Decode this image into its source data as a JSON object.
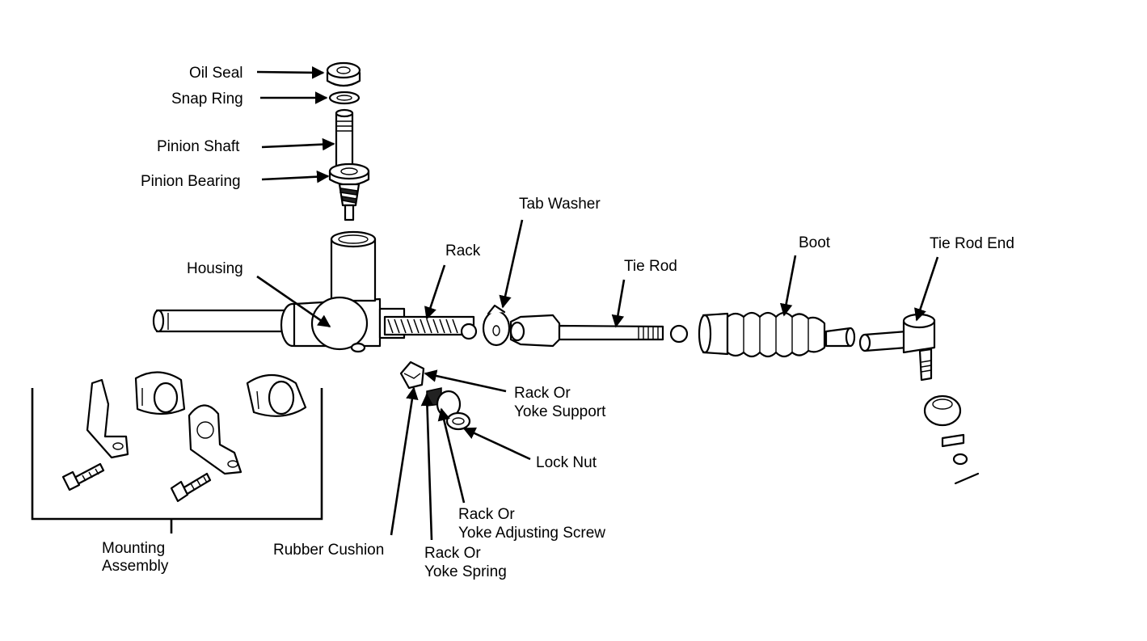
{
  "figure": {
    "labels": {
      "oil_seal": "Oil Seal",
      "snap_ring": "Snap Ring",
      "pinion_shaft": "Pinion Shaft",
      "pinion_bearing": "Pinion Bearing",
      "housing": "Housing",
      "rack": "Rack",
      "tab_washer": "Tab Washer",
      "tie_rod": "Tie Rod",
      "boot": "Boot",
      "tie_rod_end": "Tie Rod End",
      "yoke_support_line1": "Rack Or",
      "yoke_support_line2": "Yoke Support",
      "lock_nut": "Lock Nut",
      "adjusting_screw_line1": "Rack Or",
      "adjusting_screw_line2": "Yoke Adjusting Screw",
      "rubber_cushion": "Rubber Cushion",
      "yoke_spring_line1": "Rack Or",
      "yoke_spring_line2": "Yoke Spring",
      "mounting_line1": "Mounting",
      "mounting_line2": "Assembly"
    }
  }
}
